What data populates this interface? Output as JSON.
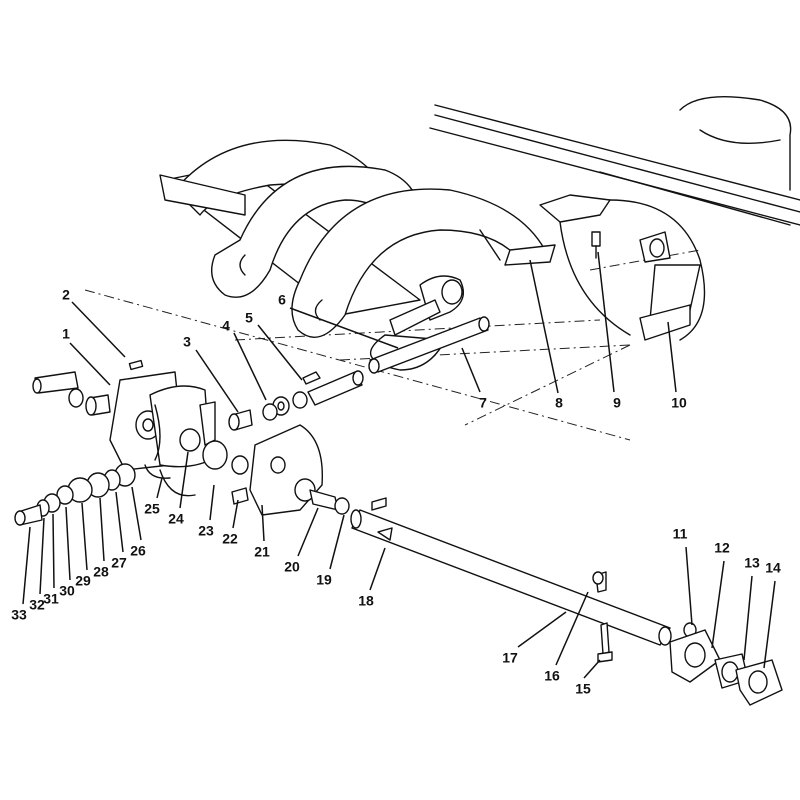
{
  "diagram": {
    "labels": [
      {
        "id": "1",
        "text": "1"
      },
      {
        "id": "2",
        "text": "2"
      },
      {
        "id": "3",
        "text": "3"
      },
      {
        "id": "4",
        "text": "4"
      },
      {
        "id": "5",
        "text": "5"
      },
      {
        "id": "6",
        "text": "6"
      },
      {
        "id": "7",
        "text": "7"
      },
      {
        "id": "8",
        "text": "8"
      },
      {
        "id": "9",
        "text": "9"
      },
      {
        "id": "10",
        "text": "10"
      },
      {
        "id": "11",
        "text": "11"
      },
      {
        "id": "12",
        "text": "12"
      },
      {
        "id": "13",
        "text": "13"
      },
      {
        "id": "14",
        "text": "14"
      },
      {
        "id": "15",
        "text": "15"
      },
      {
        "id": "16",
        "text": "16"
      },
      {
        "id": "17",
        "text": "17"
      },
      {
        "id": "18",
        "text": "18"
      },
      {
        "id": "19",
        "text": "19"
      },
      {
        "id": "20",
        "text": "20"
      },
      {
        "id": "21",
        "text": "21"
      },
      {
        "id": "22",
        "text": "22"
      },
      {
        "id": "23",
        "text": "23"
      },
      {
        "id": "24",
        "text": "24"
      },
      {
        "id": "25",
        "text": "25"
      },
      {
        "id": "26",
        "text": "26"
      },
      {
        "id": "27",
        "text": "27"
      },
      {
        "id": "28",
        "text": "28"
      },
      {
        "id": "29",
        "text": "29"
      },
      {
        "id": "30",
        "text": "30"
      },
      {
        "id": "31",
        "text": "31"
      },
      {
        "id": "32",
        "text": "32"
      },
      {
        "id": "33",
        "text": "33"
      }
    ]
  }
}
